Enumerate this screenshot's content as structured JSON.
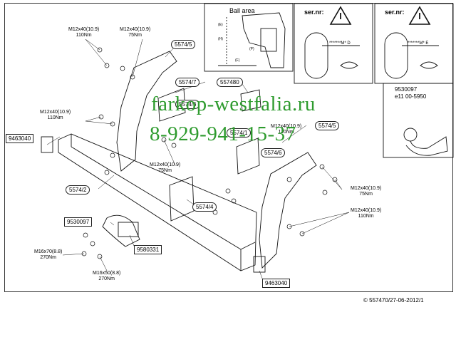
{
  "parts": {
    "p5574_5_top": "5574/5",
    "p5574_7": "5574/7",
    "p557480": "557480",
    "p5574_6_left": "5574/6",
    "p5574_1": "5574/1",
    "p5574_5_right": "5574/5",
    "p5574_6_right": "5574/6",
    "p5574_2": "5574/2",
    "p5574_4": "5574/4",
    "p9463040_left": "9463040",
    "p9530097_left": "9530097",
    "p9580331": "9580331",
    "p9463040_bottom": "9463040"
  },
  "torques": {
    "t1": {
      "bolt": "M12x40(10.9)",
      "nm": "110Nm"
    },
    "t2": {
      "bolt": "M12x40(10.9)",
      "nm": "75Nm"
    },
    "t3": {
      "bolt": "M12x40(10.9)",
      "nm": "110Nm"
    },
    "t4": {
      "bolt": "M12x40(10.9)",
      "nm": "110Nm"
    },
    "t5": {
      "bolt": "M12x40(10.9)",
      "nm": "75Nm"
    },
    "t6": {
      "bolt": "M12x40(10.9)",
      "nm": "75Nm"
    },
    "t7": {
      "bolt": "M12x40(10.9)",
      "nm": "110Nm"
    },
    "t8": {
      "bolt": "M16x70(8.8)",
      "nm": "270Nm"
    },
    "t9": {
      "bolt": "M16x50(8.8)",
      "nm": "270Nm"
    }
  },
  "ball_area": {
    "title": "Ball area",
    "dim1": "(E)",
    "dim2": "(H)",
    "dim3": "(F)",
    "dim4": "(P)"
  },
  "warnings": {
    "left": {
      "label": "ser.nr:",
      "code": "*******M* D"
    },
    "right": {
      "label": "ser.nr:",
      "code": "*******M* E"
    }
  },
  "towball": {
    "part": "9530097",
    "approval": "e11 00-5950"
  },
  "watermark": {
    "site": "farkop-westfalia.ru",
    "phone": "8-929-941-15-37"
  },
  "footer": "© 557470/27-06-2012/1"
}
